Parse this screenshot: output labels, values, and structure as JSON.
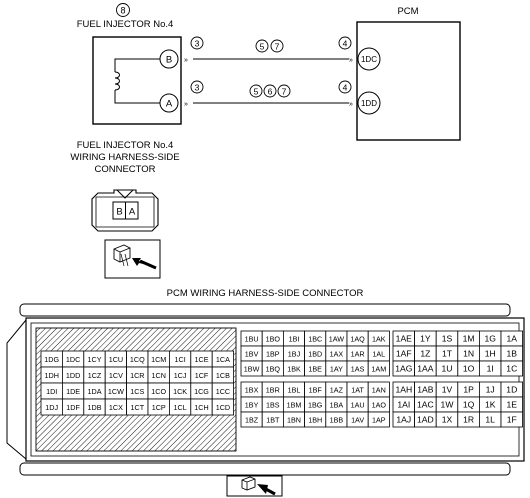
{
  "injector": {
    "ref_number": "8",
    "title": "FUEL INJECTOR No.4",
    "pin_b": "B",
    "pin_a": "A",
    "conn_label_line1": "FUEL INJECTOR No.4",
    "conn_label_line2": "WIRING HARNESS-SIDE",
    "conn_label_line3": "CONNECTOR",
    "conn_pin_b": "B",
    "conn_pin_a": "A"
  },
  "pcm": {
    "title": "PCM",
    "pin_top": "1DC",
    "pin_bottom": "1DD"
  },
  "wires": {
    "top": {
      "left_num": "3",
      "mid_nums": [
        "5",
        "7"
      ],
      "right_num": "4"
    },
    "bottom": {
      "left_num": "3",
      "mid_nums": [
        "5",
        "6",
        "7"
      ],
      "right_num": "4"
    }
  },
  "pcm_connector": {
    "title": "PCM WIRING HARNESS-SIDE CONNECTOR",
    "hatched_block": [
      [
        "1DG",
        "1DC",
        "1CY",
        "1CU",
        "1CQ",
        "1CM",
        "1CI",
        "1CE",
        "1CA"
      ],
      [
        "1DH",
        "1DD",
        "1CZ",
        "1CV",
        "1CR",
        "1CN",
        "1CJ",
        "1CF",
        "1CB"
      ],
      [
        "1DI",
        "1DE",
        "1DA",
        "1CW",
        "1CS",
        "1CO",
        "1CK",
        "1CG",
        "1CC"
      ],
      [
        "1DJ",
        "1DF",
        "1DB",
        "1CX",
        "1CT",
        "1CP",
        "1CL",
        "1CH",
        "1CD"
      ]
    ],
    "middle_block": [
      [
        "1BU",
        "1BO",
        "1BI",
        "1BC",
        "1AW",
        "1AQ",
        "1AK"
      ],
      [
        "1BV",
        "1BP",
        "1BJ",
        "1BD",
        "1AX",
        "1AR",
        "1AL"
      ],
      [
        "1BW",
        "1BQ",
        "1BK",
        "1BE",
        "1AY",
        "1AS",
        "1AM"
      ],
      [
        "1BX",
        "1BR",
        "1BL",
        "1BF",
        "1AZ",
        "1AT",
        "1AN"
      ],
      [
        "1BY",
        "1BS",
        "1BM",
        "1BG",
        "1BA",
        "1AU",
        "1AO"
      ],
      [
        "1BZ",
        "1BT",
        "1BN",
        "1BH",
        "1BB",
        "1AV",
        "1AP"
      ]
    ],
    "right_block": [
      [
        "1AE",
        "1Y",
        "1S",
        "1M",
        "1G",
        "1A"
      ],
      [
        "1AF",
        "1Z",
        "1T",
        "1N",
        "1H",
        "1B"
      ],
      [
        "1AG",
        "1AA",
        "1U",
        "1O",
        "1I",
        "1C"
      ],
      [
        "1AH",
        "1AB",
        "1V",
        "1P",
        "1J",
        "1D"
      ],
      [
        "1AI",
        "1AC",
        "1W",
        "1Q",
        "1K",
        "1E"
      ],
      [
        "1AJ",
        "1AD",
        "1X",
        "1R",
        "1L",
        "1F"
      ]
    ]
  }
}
